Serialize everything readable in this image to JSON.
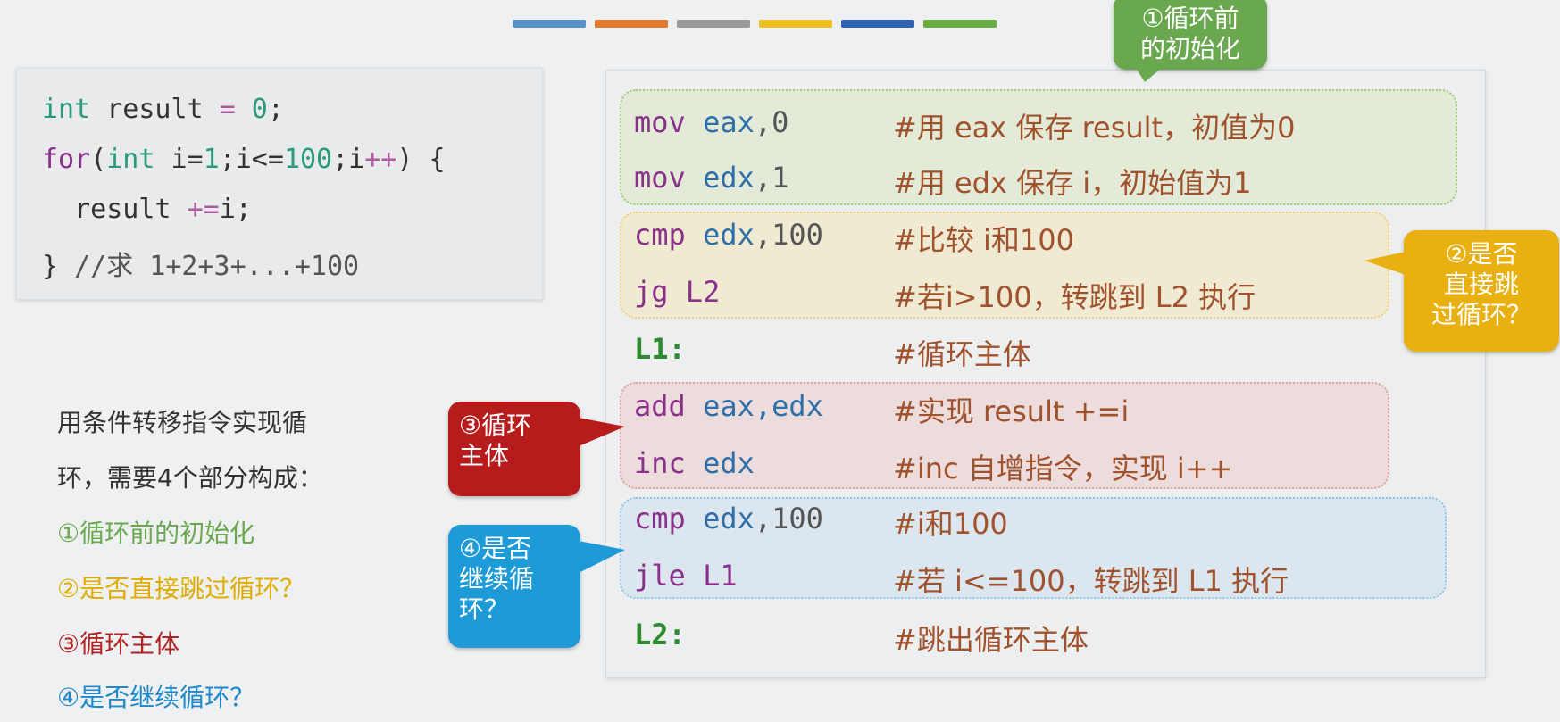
{
  "colors": {
    "stripes": [
      "#5a92c8",
      "#e07a30",
      "#9a9a9a",
      "#f0c020",
      "#2f62b0",
      "#6aac44"
    ],
    "init": "#6aa84f",
    "skip": "#e8b010",
    "body": "#b71c1c",
    "continue": "#1e9ad6"
  },
  "c_code": {
    "line1": {
      "type": "int",
      "rest": " result ",
      "op": "=",
      "num": " 0",
      "end": ";"
    },
    "line2": {
      "kw": "for",
      "p1": "(",
      "type": "int",
      "a": " i=",
      "n1": "1",
      "b": ";i<=",
      "n2": "100",
      "c": ";i",
      "op": "++",
      "d": ") {"
    },
    "line3": {
      "a": "  result ",
      "op": "+=",
      "b": "i;"
    },
    "line4": {
      "a": "} ",
      "comment": "//求 1+2+3+...+100"
    }
  },
  "description": {
    "line1": "用条件转移指令实现循",
    "line2": "环，需要4个部分构成：",
    "item1": "①循环前的初始化",
    "item2": "②是否直接跳过循环？",
    "item3": "③循环主体",
    "item4": "④是否继续循环？"
  },
  "asm": [
    {
      "op": "mov",
      "reg": "eax",
      "arg": ",0",
      "comment": "#用 eax 保存 result，初值为0"
    },
    {
      "op": "mov",
      "reg": "edx",
      "arg": ",1",
      "comment": "#用 edx 保存 i，初始值为1"
    },
    {
      "op": "cmp",
      "reg": "edx",
      "arg": ",100",
      "comment": "#比较 i和100"
    },
    {
      "op": "jg",
      "reg": "",
      "arg": "L2",
      "comment": "#若i>100，转跳到 L2 执行"
    },
    {
      "label": "L1:",
      "comment": "#循环主体"
    },
    {
      "op": "add",
      "reg": "eax",
      "arg": ",edx",
      "comment": "#实现 result +=i"
    },
    {
      "op": "inc",
      "reg": "edx",
      "arg": "",
      "comment": "#inc 自增指令，实现 i++"
    },
    {
      "op": "cmp",
      "reg": "edx",
      "arg": ",100",
      "comment": "#i和100"
    },
    {
      "op": "jle",
      "reg": "",
      "arg": "L1",
      "comment": "#若 i<=100，转跳到 L1 执行"
    },
    {
      "label": "L2:",
      "comment": "#跳出循环主体"
    }
  ],
  "callouts": {
    "init": {
      "l1": "①循环前",
      "l2": "的初始化"
    },
    "skip": {
      "l1": "②是否",
      "l2": "直接跳",
      "l3": "过循环？"
    },
    "body": {
      "l1": "③循环",
      "l2": "主体"
    },
    "continue": {
      "l1": "④是否",
      "l2": "继续循",
      "l3": "环？"
    }
  }
}
